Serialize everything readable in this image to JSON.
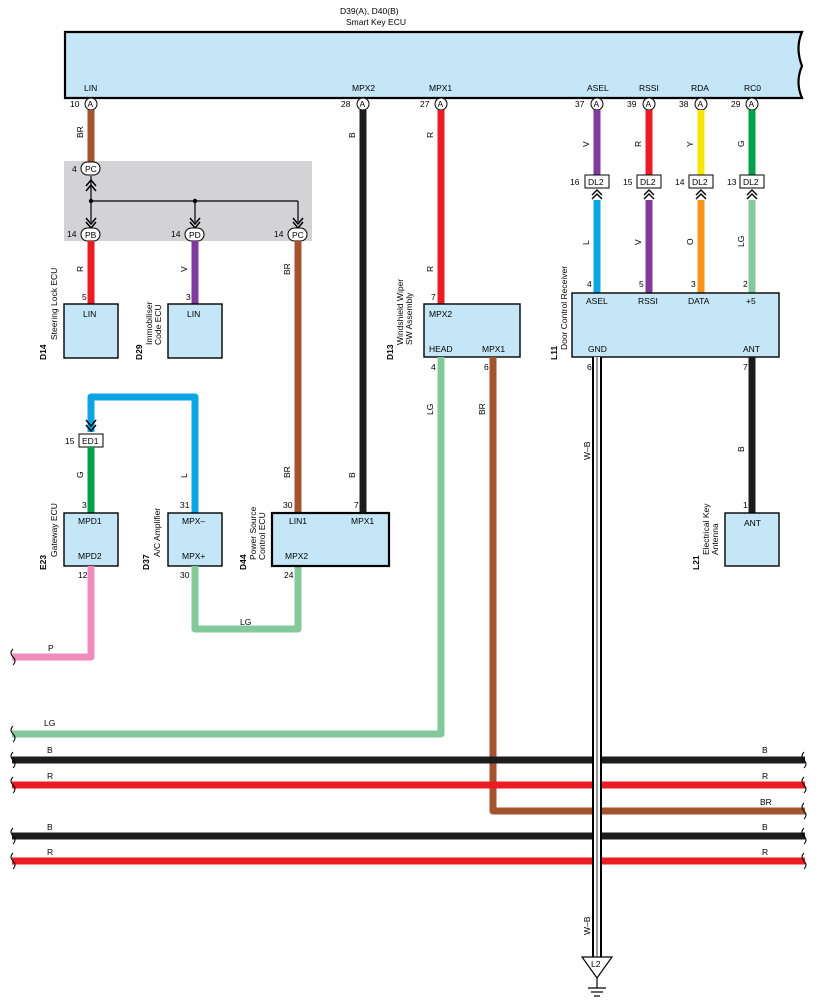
{
  "colors": {
    "BR": "#a5532f",
    "B": "#1c1c1c",
    "R": "#ec1c24",
    "V": "#7f3a9b",
    "Y": "#f7e400",
    "G": "#00a14b",
    "L": "#0ba4e4",
    "O": "#f7941d",
    "LG": "#83c99b",
    "P": "#f08bbd",
    "WB": "#ffffff",
    "ecu_fill": "#c5e6f7",
    "junction_fill": "#d3d3d5"
  },
  "smart_key": {
    "id": "D39(A), D40(B)",
    "name": "Smart Key ECU",
    "pins": [
      {
        "name": "LIN",
        "no": "10",
        "conn": "A",
        "wire": "BR"
      },
      {
        "name": "MPX2",
        "no": "28",
        "conn": "A",
        "wire": "B"
      },
      {
        "name": "MPX1",
        "no": "27",
        "conn": "A",
        "wire": "R"
      },
      {
        "name": "ASEL",
        "no": "37",
        "conn": "A",
        "wire": "V"
      },
      {
        "name": "RSSI",
        "no": "39",
        "conn": "A",
        "wire": "R"
      },
      {
        "name": "RDA",
        "no": "38",
        "conn": "A",
        "wire": "Y"
      },
      {
        "name": "RC0",
        "no": "29",
        "conn": "A",
        "wire": "G"
      }
    ]
  },
  "junction": {
    "in": {
      "no": "4",
      "label": "PC"
    },
    "outs": [
      {
        "no": "14",
        "label": "PB",
        "wire": "R"
      },
      {
        "no": "14",
        "label": "PD",
        "wire": "V"
      },
      {
        "no": "14",
        "label": "PC",
        "wire": "BR"
      }
    ]
  },
  "dl2": [
    {
      "no": "16",
      "label": "DL2",
      "wire": "L"
    },
    {
      "no": "15",
      "label": "DL2",
      "wire": "V"
    },
    {
      "no": "14",
      "label": "DL2",
      "wire": "O"
    },
    {
      "no": "13",
      "label": "DL2",
      "wire": "LG"
    }
  ],
  "ed1": {
    "no": "15",
    "label": "ED1",
    "wire": "G"
  },
  "steering_lock": {
    "id": "D14",
    "name": "Steering Lock ECU",
    "pin": "LIN",
    "no": "5"
  },
  "immobiliser": {
    "id": "D29",
    "name1": "Immobiliser",
    "name2": "Code ECU",
    "pin": "LIN",
    "no": "3"
  },
  "wiper": {
    "id": "D13",
    "name1": "Windshield Wiper",
    "name2": "SW Assembly",
    "mpx2": "MPX2",
    "mpx2_no": "7",
    "head": "HEAD",
    "head_no": "4",
    "mpx1": "MPX1",
    "mpx1_no": "6",
    "wire_head": "LG",
    "wire_mpx1": "BR"
  },
  "door_rx": {
    "id": "L11",
    "name": "Door Control Receiver",
    "asel": "ASEL",
    "asel_no": "4",
    "rssi": "RSSI",
    "rssi_no": "5",
    "data": "DATA",
    "data_no": "3",
    "plus5": "+5",
    "plus5_no": "2",
    "gnd": "GND",
    "gnd_no": "6",
    "ant": "ANT",
    "ant_no": "7",
    "wire_gnd": "W–B",
    "wire_ant": "B"
  },
  "gateway": {
    "id": "E23",
    "name": "Gateway ECU",
    "mpd1": "MPD1",
    "mpd1_no": "3",
    "mpd2": "MPD2",
    "mpd2_no": "12",
    "wire_out": "P"
  },
  "ac_amp": {
    "id": "D37",
    "name": "A/C Amplifier",
    "mpxm": "MPX–",
    "mpxm_no": "31",
    "mpxp": "MPX+",
    "mpxp_no": "30",
    "wire_in": "L",
    "wire_out": "LG"
  },
  "power_src": {
    "id": "D44",
    "name1": "Power Source",
    "name2": "Control ECU",
    "lin1": "LIN1",
    "lin1_no": "30",
    "mpx1": "MPX1",
    "mpx1_no": "7",
    "mpx2": "MPX2",
    "mpx2_no": "24",
    "wire_lin1": "BR",
    "wire_mpx1": "B"
  },
  "key_antenna": {
    "id": "L21",
    "name1": "Electrical Key",
    "name2": "Antenna",
    "ant": "ANT",
    "ant_no": "1"
  },
  "bus_lines": [
    {
      "left": "P",
      "right": ""
    },
    {
      "left": "LG",
      "right": ""
    },
    {
      "left": "B",
      "right": "B"
    },
    {
      "left": "R",
      "right": "R"
    },
    {
      "left": "",
      "right": "BR"
    },
    {
      "left": "B",
      "right": "B"
    },
    {
      "left": "R",
      "right": "R"
    }
  ],
  "ground": {
    "label": "L2",
    "wire": "W–B"
  }
}
